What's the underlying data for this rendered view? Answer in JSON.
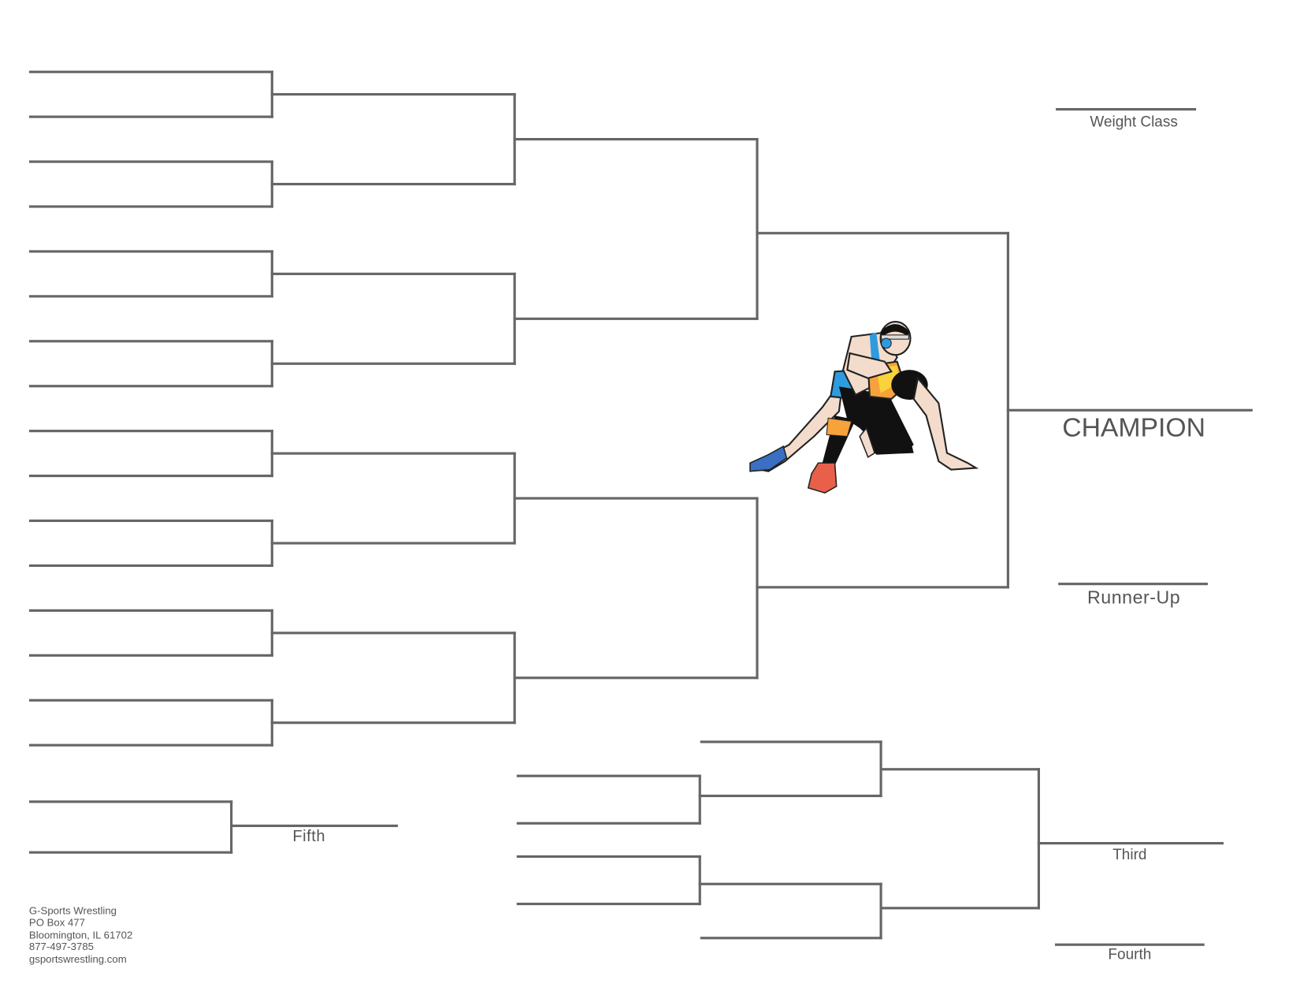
{
  "labels": {
    "weight_class": "Weight Class",
    "champion": "CHAMPION",
    "runner_up": "Runner-Up",
    "third": "Third",
    "fourth": "Fourth",
    "fifth": "Fifth"
  },
  "footer": {
    "company": "G-Sports Wrestling",
    "address": "PO Box 477",
    "city": "Bloomington, IL 61702",
    "phone": "877-497-3785",
    "website": "gsportswrestling.com"
  },
  "bracket": {
    "type": "16-wrestler single elimination with consolation",
    "line_color": "#666666",
    "round1_slots": 16,
    "quarterfinal_slots": 8,
    "semifinal_slots": 4,
    "final_slots": 2
  },
  "illustration": "wrestlers-illustration"
}
